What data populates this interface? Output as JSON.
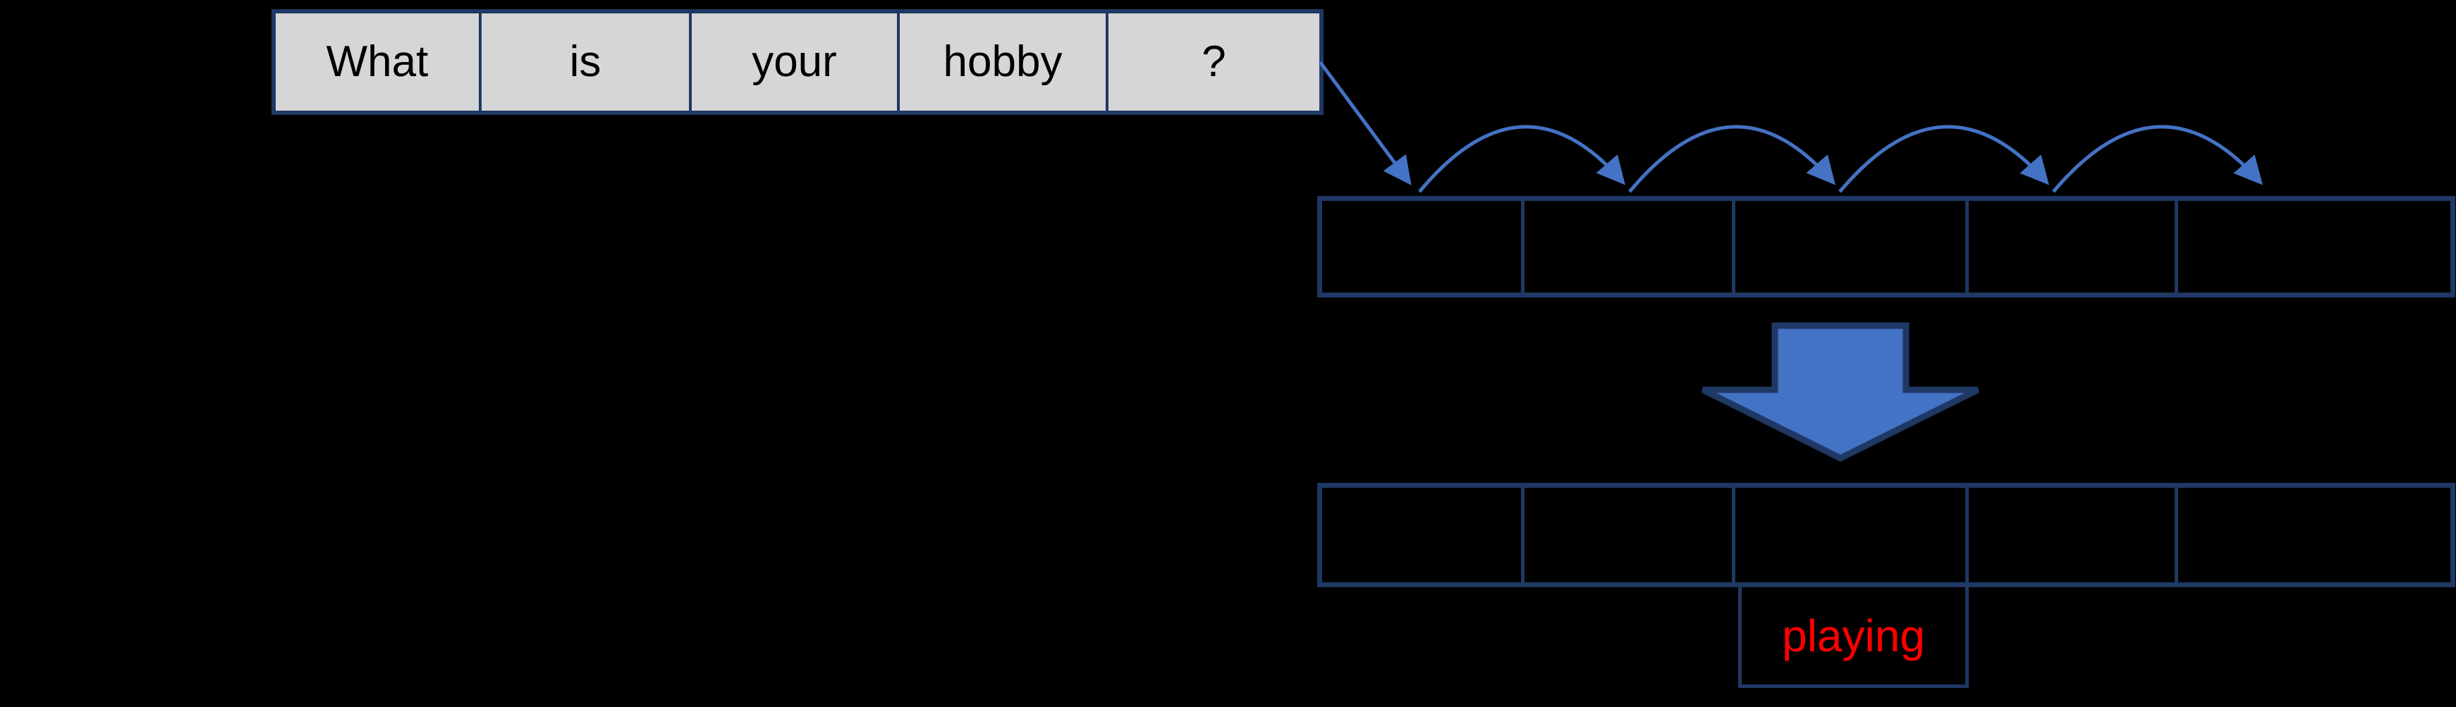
{
  "colors": {
    "background": "#000000",
    "border_navy": "#1f3864",
    "arrow_blue": "#4472c4",
    "cell_gray": "#d6d6d6",
    "word_text": "#000000",
    "answer_red": "#ff0000"
  },
  "sentence": {
    "words": [
      "What",
      "is",
      "your",
      "hobby",
      "?"
    ]
  },
  "encoder": {
    "top_row_cells": [
      "",
      "",
      "",
      "",
      ""
    ],
    "bottom_row_cells": [
      "",
      "",
      "",
      "",
      ""
    ],
    "hop_count": 4
  },
  "answer": {
    "label": "playing"
  }
}
